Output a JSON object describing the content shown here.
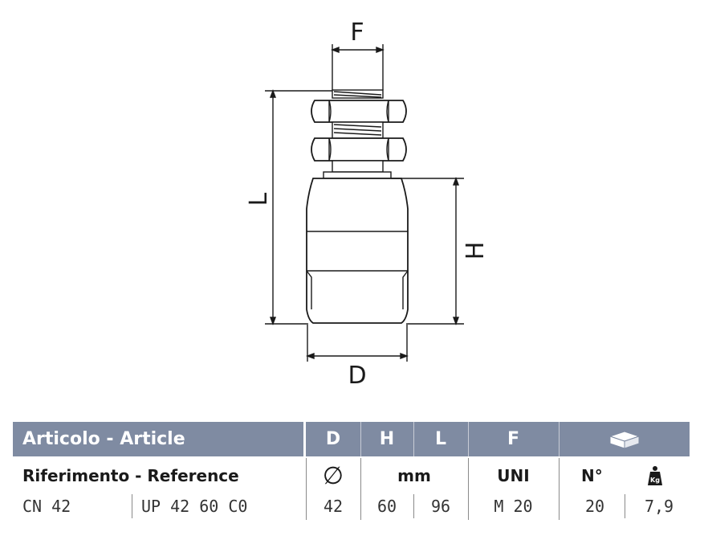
{
  "drawing": {
    "labels": {
      "f": "F",
      "l": "L",
      "h": "H",
      "d": "D"
    }
  },
  "table": {
    "header": {
      "article": "Articolo - Article",
      "d": "D",
      "h": "H",
      "l": "L",
      "f": "F",
      "package_icon": "box-icon"
    },
    "units_row": {
      "reference": "Riferimento - Reference",
      "diameter_symbol": "∅",
      "mm": "mm",
      "uni": "UNI",
      "n": "N°",
      "weight_icon": "weight-kg-icon",
      "weight_icon_text": "Kg"
    },
    "rows": [
      {
        "code": "CN 42",
        "reference": "UP 42 60 C0",
        "d": "42",
        "h": "60",
        "l": "96",
        "f": "M 20",
        "n": "20",
        "kg": "7,9"
      }
    ]
  }
}
